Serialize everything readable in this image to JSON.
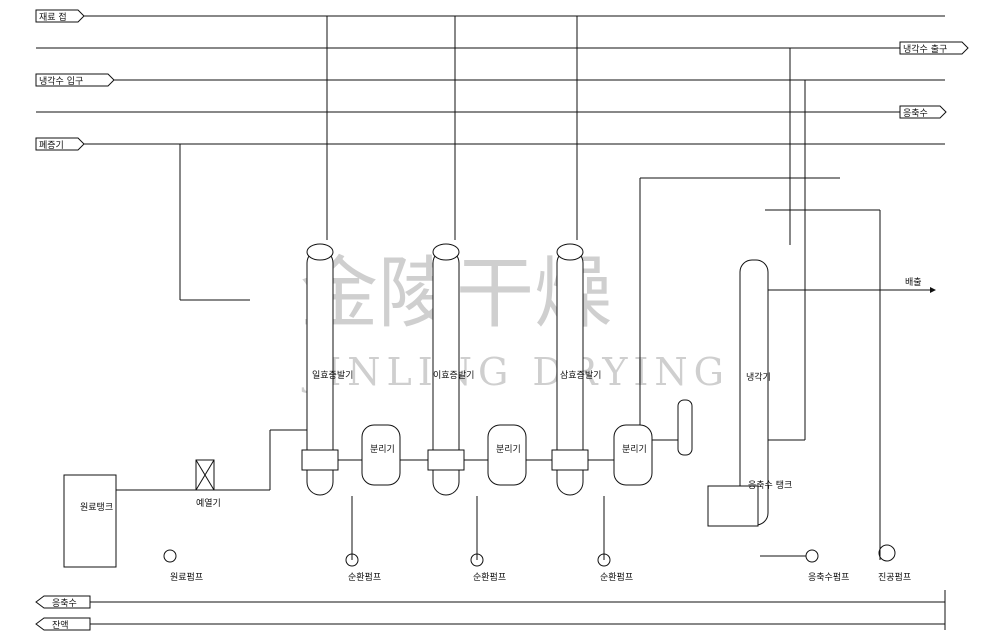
{
  "header_lines": {
    "top_left": "재료 접",
    "left2": "냉각수 입구",
    "left3": "폐증기",
    "right1": "냉각수 출구",
    "right2": "응축수"
  },
  "bottom_lines": {
    "line1": "응축수",
    "line2": "잔액"
  },
  "equipment": {
    "effect1": "일효증발기",
    "effect2": "이효증발기",
    "effect3": "삼효증발기",
    "separator": "분리기",
    "condenser": "냉각기",
    "preheater": "예열기",
    "feed_tank": "원료탱크",
    "water_tank": "응축수 탱크",
    "vacuum_pump": "진공펌프",
    "feed_pump": "원료펌프",
    "circ_pump": "순환펌프",
    "cond_pump": "응축수펌프",
    "out_label": "배출"
  },
  "watermark": {
    "main": "金陵干燥",
    "sub": "JINLING DRYING"
  }
}
